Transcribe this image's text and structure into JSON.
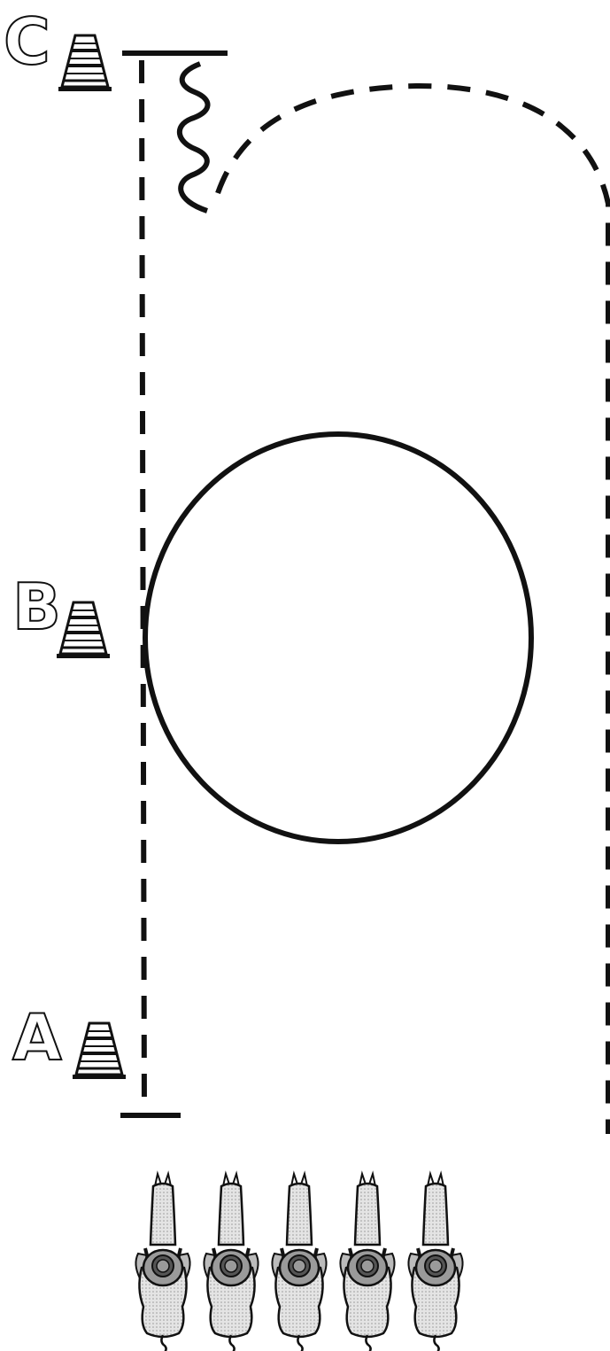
{
  "markers": [
    {
      "id": "C",
      "label": "C"
    },
    {
      "id": "B",
      "label": "B"
    },
    {
      "id": "A",
      "label": "A"
    }
  ],
  "horses": {
    "count": 5
  },
  "colors": {
    "ink": "#111111",
    "background": "#ffffff",
    "shade": "#9a9a9a"
  },
  "icons": [
    "traffic-cone-icon",
    "horse-rider-icon"
  ]
}
